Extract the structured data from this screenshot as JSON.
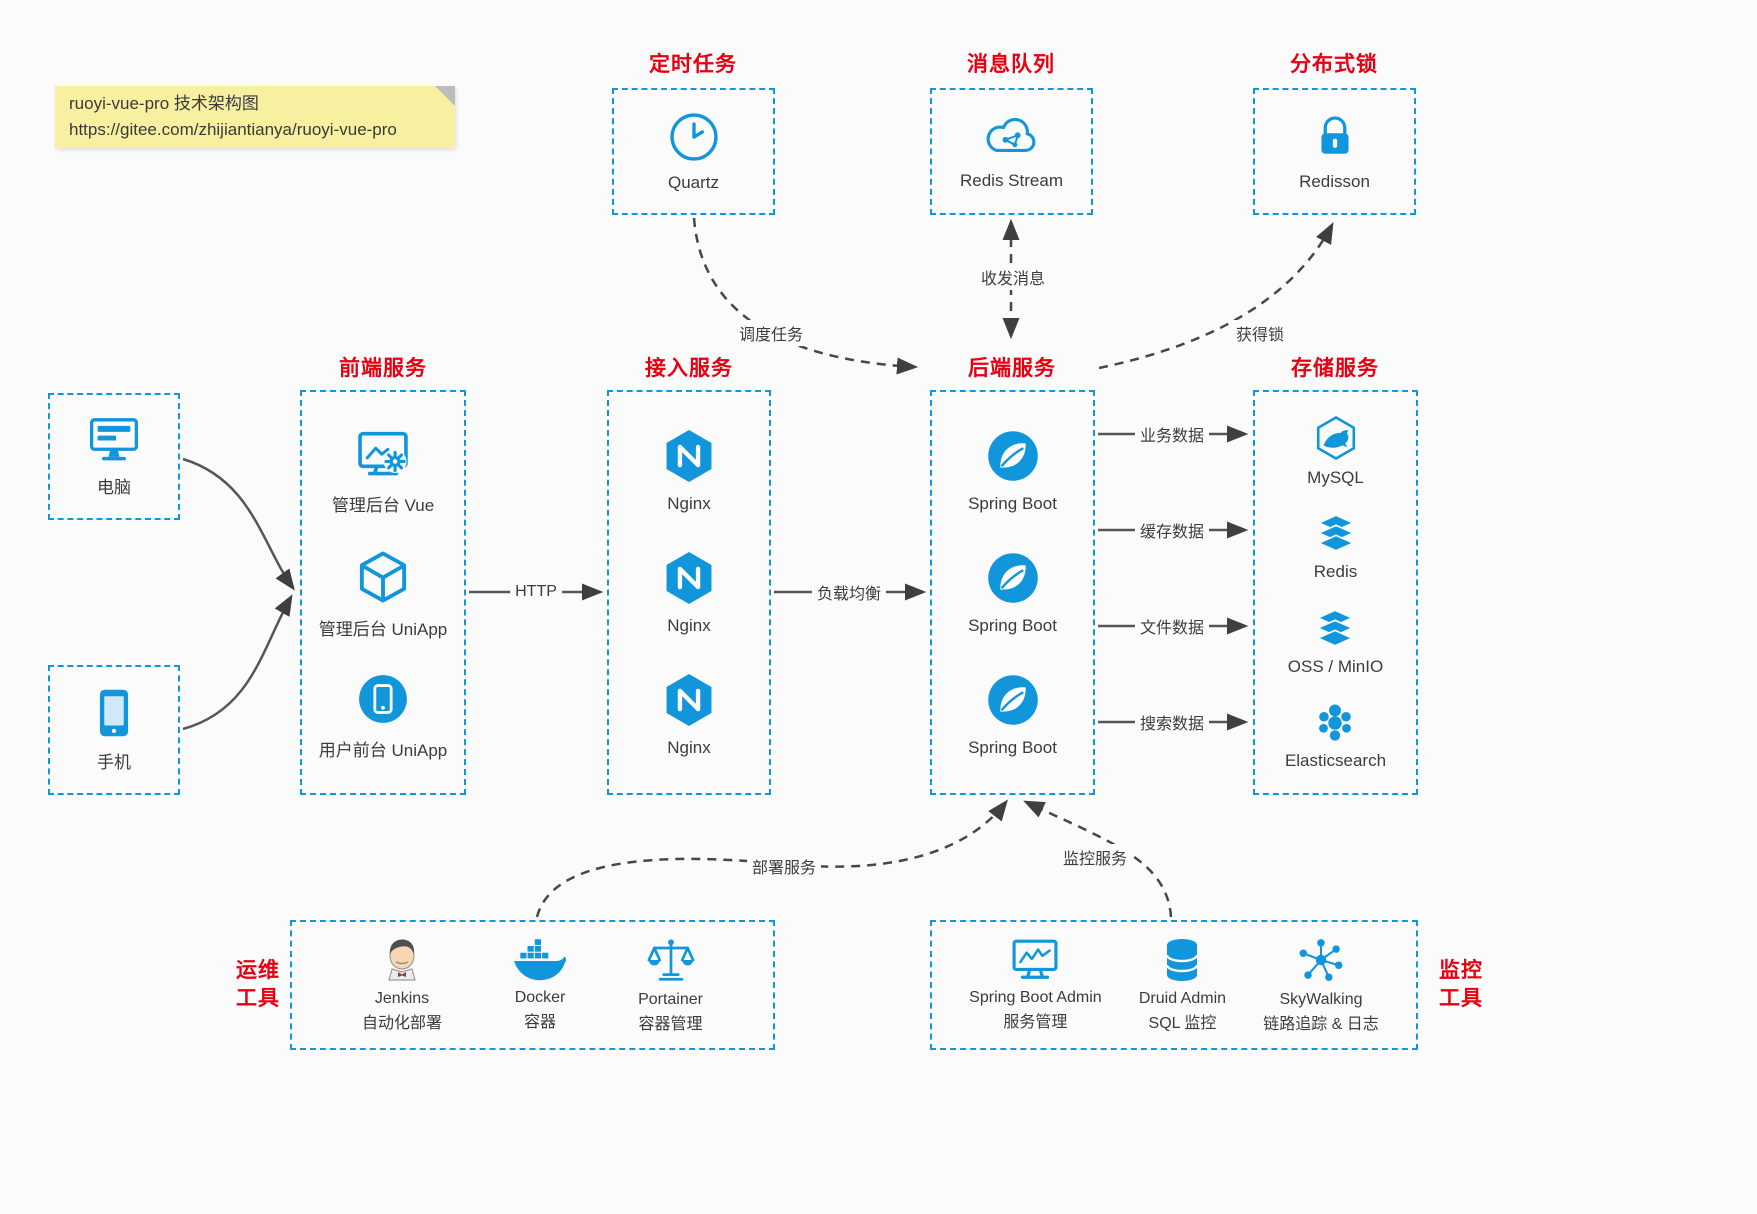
{
  "page": {
    "background": "#fbfbfb",
    "accent_blue": "#1296db",
    "accent_red": "#e60012"
  },
  "note": {
    "line1": "ruoyi-vue-pro 技术架构图",
    "line2": "https://gitee.com/zhijiantianya/ruoyi-vue-pro"
  },
  "top_services": [
    {
      "title": "定时任务",
      "icon": "clock-icon",
      "label": "Quartz"
    },
    {
      "title": "消息队列",
      "icon": "cloud-stream-icon",
      "label": "Redis Stream"
    },
    {
      "title": "分布式锁",
      "icon": "lock-icon",
      "label": "Redisson"
    }
  ],
  "clients": [
    {
      "icon": "desktop-icon",
      "label": "电脑"
    },
    {
      "icon": "mobile-icon",
      "label": "手机"
    }
  ],
  "frontend": {
    "title": "前端服务",
    "items": [
      {
        "icon": "admin-vue-icon",
        "label": "管理后台 Vue"
      },
      {
        "icon": "uniapp-cube-icon",
        "label": "管理后台 UniApp"
      },
      {
        "icon": "user-uniapp-icon",
        "label": "用户前台 UniApp"
      }
    ]
  },
  "gateway": {
    "title": "接入服务",
    "items": [
      {
        "icon": "nginx-icon",
        "label": "Nginx"
      },
      {
        "icon": "nginx-icon",
        "label": "Nginx"
      },
      {
        "icon": "nginx-icon",
        "label": "Nginx"
      }
    ]
  },
  "backend": {
    "title": "后端服务",
    "items": [
      {
        "icon": "spring-boot-icon",
        "label": "Spring Boot"
      },
      {
        "icon": "spring-boot-icon",
        "label": "Spring Boot"
      },
      {
        "icon": "spring-boot-icon",
        "label": "Spring Boot"
      }
    ]
  },
  "storage": {
    "title": "存储服务",
    "items": [
      {
        "icon": "mysql-icon",
        "label": "MySQL"
      },
      {
        "icon": "redis-icon",
        "label": "Redis"
      },
      {
        "icon": "object-storage-icon",
        "label": "OSS / MinIO"
      },
      {
        "icon": "elasticsearch-icon",
        "label": "Elasticsearch"
      }
    ]
  },
  "ops": {
    "title_line1": "运维",
    "title_line2": "工具",
    "items": [
      {
        "icon": "jenkins-icon",
        "name": "Jenkins",
        "desc": "自动化部署"
      },
      {
        "icon": "docker-icon",
        "name": "Docker",
        "desc": "容器"
      },
      {
        "icon": "portainer-icon",
        "name": "Portainer",
        "desc": "容器管理"
      }
    ]
  },
  "monitoring": {
    "title_line1": "监控",
    "title_line2": "工具",
    "items": [
      {
        "icon": "spring-boot-admin-icon",
        "name": "Spring Boot Admin",
        "desc": "服务管理"
      },
      {
        "icon": "druid-icon",
        "name": "Druid Admin",
        "desc": "SQL 监控"
      },
      {
        "icon": "skywalking-icon",
        "name": "SkyWalking",
        "desc": "链路追踪 & 日志"
      }
    ]
  },
  "edges": {
    "dispatch": "调度任务",
    "messaging": "收发消息",
    "lock": "获得锁",
    "http": "HTTP",
    "load_balance": "负载均衡",
    "business_data": "业务数据",
    "cache_data": "缓存数据",
    "file_data": "文件数据",
    "search_data": "搜索数据",
    "deploy": "部署服务",
    "monitor": "监控服务"
  }
}
